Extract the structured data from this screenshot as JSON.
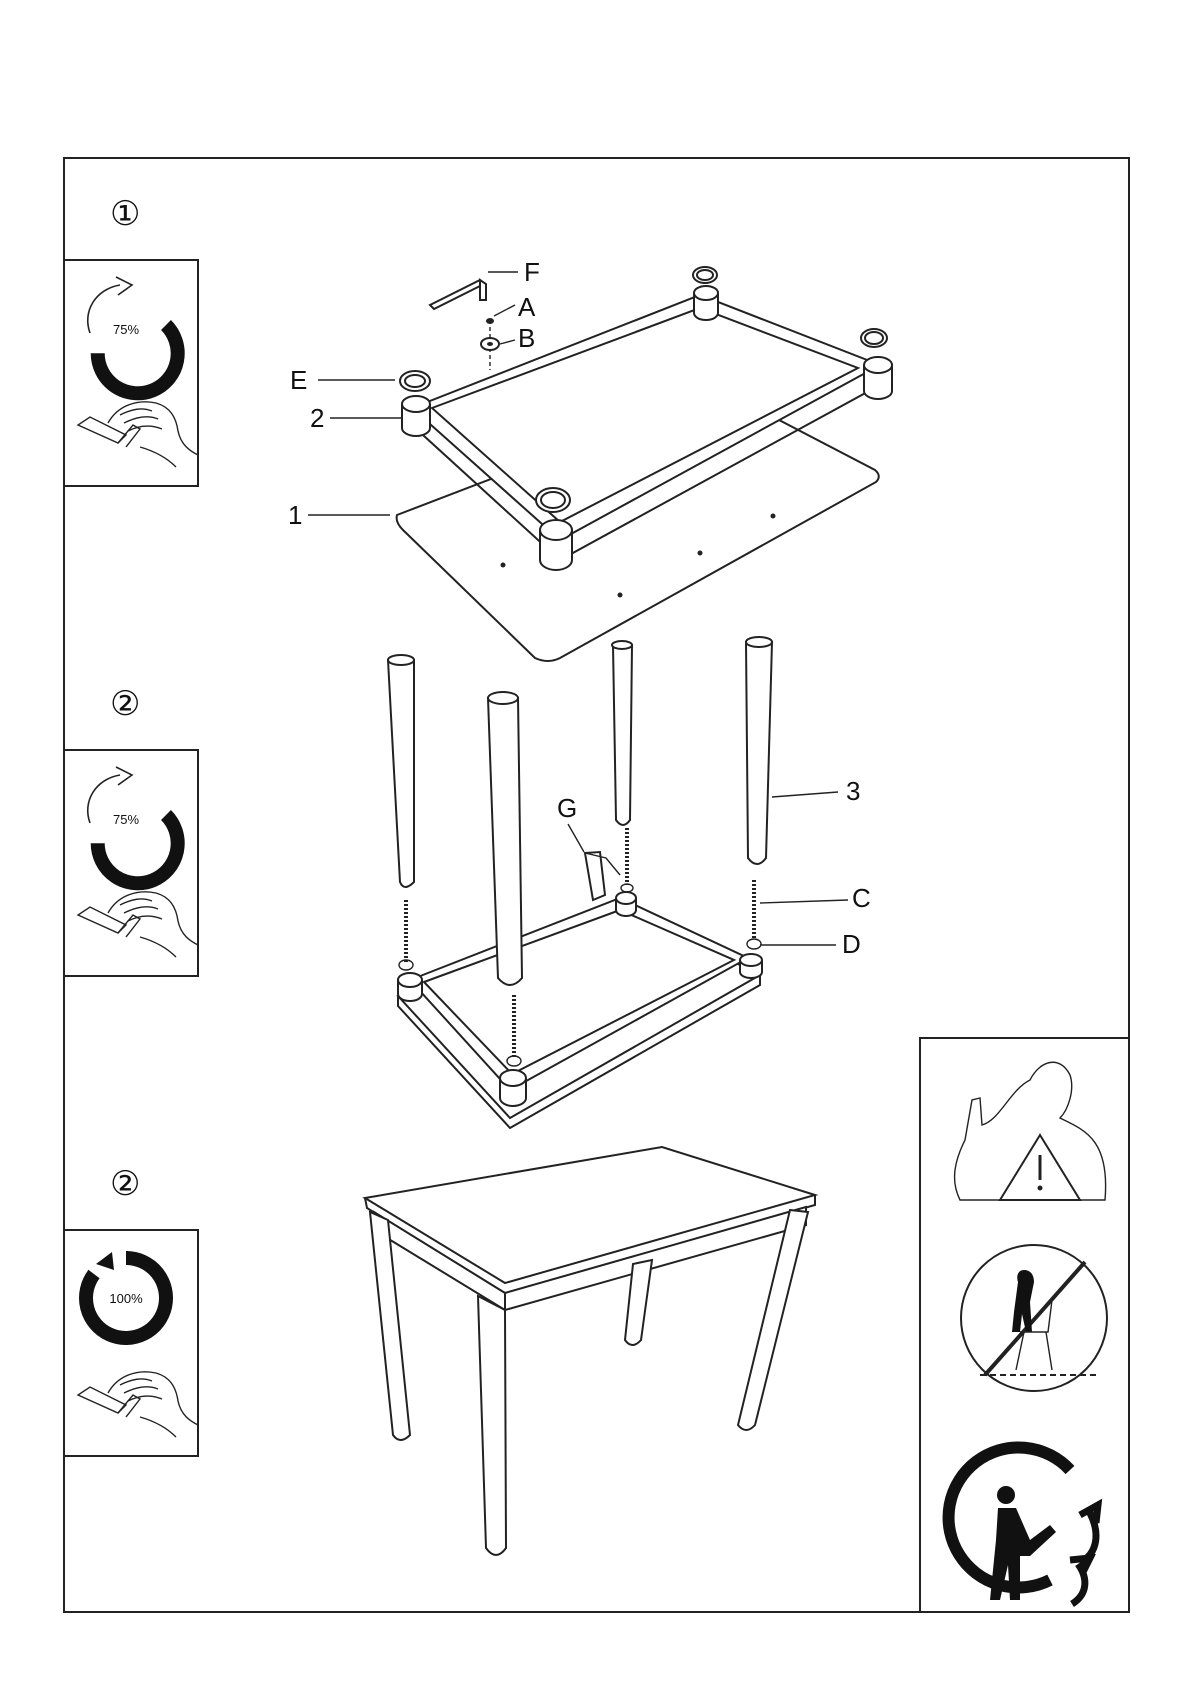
{
  "steps": [
    {
      "number": "①",
      "torque": "75%"
    },
    {
      "number": "②",
      "torque": "75%"
    },
    {
      "number": "②",
      "torque": "100%"
    }
  ],
  "parts": {
    "F": "F",
    "A": "A",
    "B": "B",
    "E": "E",
    "p2": "2",
    "p1": "1",
    "p3": "3",
    "G": "G",
    "C": "C",
    "D": "D"
  },
  "icons": [
    "rotation-75-icon",
    "rotation-100-icon",
    "allen-key-hand-icon",
    "warning-person-icon",
    "no-standing-on-chair-icon",
    "recycle-person-icon"
  ],
  "colors": {
    "line": "#222222",
    "background": "#ffffff"
  }
}
